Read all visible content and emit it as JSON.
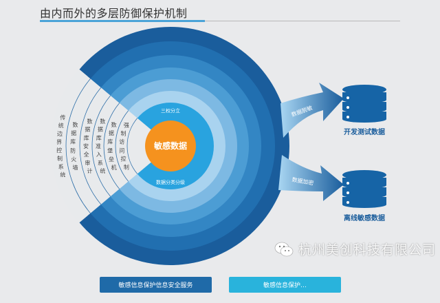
{
  "title": "由内而外的多层防御保护机制",
  "diagram": {
    "core": "敏感数据",
    "inner_top": "三权分立",
    "inner_bottom": "数据分类分级",
    "wedge_columns": [
      "传统边界控制系统",
      "数据库防火墙",
      "数据库安全审计",
      "数据库准入系统",
      "数据库堡垒机",
      "强制访问控制"
    ],
    "arrows": [
      {
        "label": "数据脱敏",
        "target": "开发测试数据"
      },
      {
        "label": "数据加密",
        "target": "离线敏感数据"
      }
    ],
    "colors": {
      "rings": [
        "#1a5d9c",
        "#216fb0",
        "#3386c4",
        "#4c9dd4",
        "#7db9e3",
        "#a9d3ef"
      ],
      "inner": "#29a3df",
      "core": "#f5921e",
      "wedge": "#e8eaec",
      "db": "#1664a6"
    }
  },
  "buttons": [
    "敏感信息保护信息安全服务",
    "敏感信息保护…"
  ],
  "watermark": "杭州美创科技有限公司"
}
